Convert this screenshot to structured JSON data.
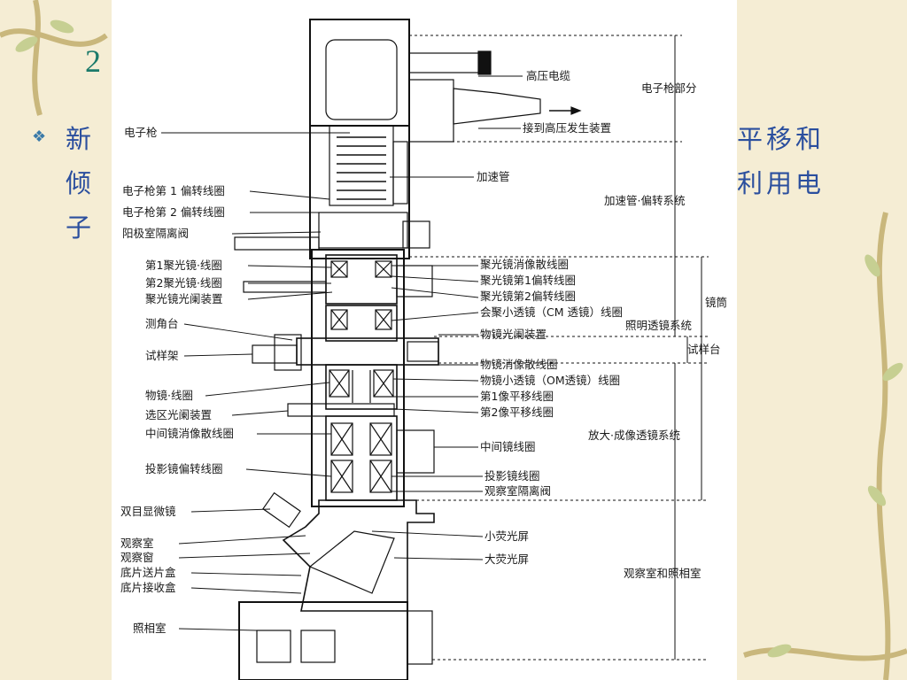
{
  "slide": {
    "heading_prefix": "2",
    "bullet_lines": {
      "line1_left": "新",
      "line1_right": "平移和",
      "line2_left": "倾",
      "line2_right": "利用电",
      "line3_left": "子"
    }
  },
  "diagram": {
    "left_labels": [
      {
        "id": "electron-gun",
        "text": "电子枪"
      },
      {
        "id": "gun-deflect-1",
        "text": "电子枪第 1 偏转线圈"
      },
      {
        "id": "gun-deflect-2",
        "text": "电子枪第 2 偏转线圈"
      },
      {
        "id": "anode-isolation-valve",
        "text": "阳极室隔离阀"
      },
      {
        "id": "condenser-1-coil",
        "text": "第1聚光镜·线圈"
      },
      {
        "id": "condenser-2-coil",
        "text": "第2聚光镜·线圈"
      },
      {
        "id": "condenser-aperture",
        "text": "聚光镜光阑装置"
      },
      {
        "id": "goniometer",
        "text": "测角台"
      },
      {
        "id": "specimen-holder",
        "text": "试样架"
      },
      {
        "id": "objective-coil",
        "text": "物镜·线圈"
      },
      {
        "id": "selected-area-aperture",
        "text": "选区光阑装置"
      },
      {
        "id": "intermediate-stigmator",
        "text": "中间镜消像散线圈"
      },
      {
        "id": "projector-deflect",
        "text": "投影镜偏转线圈"
      },
      {
        "id": "binocular",
        "text": "双目显微镜"
      },
      {
        "id": "viewing-chamber",
        "text": "观察室"
      },
      {
        "id": "viewing-window",
        "text": "观察窗"
      },
      {
        "id": "film-supply",
        "text": "底片送片盒"
      },
      {
        "id": "film-receive",
        "text": "底片接收盒"
      },
      {
        "id": "camera-chamber",
        "text": "照相室"
      }
    ],
    "right_labels": [
      {
        "id": "hv-cable",
        "text": "高压电缆"
      },
      {
        "id": "to-hv-generator",
        "text": "接到高压发生装置"
      },
      {
        "id": "accelerator-tube",
        "text": "加速管"
      },
      {
        "id": "condenser-stigmator",
        "text": "聚光镜消像散线圈"
      },
      {
        "id": "condenser-deflect-1",
        "text": "聚光镜第1偏转线圈"
      },
      {
        "id": "condenser-deflect-2",
        "text": "聚光镜第2偏转线圈"
      },
      {
        "id": "cm-lens-coil",
        "text": "会聚小透镜（CM 透镜）线圈"
      },
      {
        "id": "objective-aperture",
        "text": "物镜光阑装置"
      },
      {
        "id": "objective-stigmator",
        "text": "物镜消像散线圈"
      },
      {
        "id": "om-lens-coil",
        "text": "物镜小透镜（OM透镜）线圈"
      },
      {
        "id": "image-shift-1",
        "text": "第1像平移线圈"
      },
      {
        "id": "image-shift-2",
        "text": "第2像平移线圈"
      },
      {
        "id": "intermediate-coil",
        "text": "中间镜线圈"
      },
      {
        "id": "projector-coil",
        "text": "投影镜线圈"
      },
      {
        "id": "observation-isolation-valve",
        "text": "观察室隔离阀"
      },
      {
        "id": "small-screen",
        "text": "小荧光屏"
      },
      {
        "id": "large-screen",
        "text": "大荧光屏"
      }
    ],
    "sections": [
      {
        "id": "gun-section",
        "text": "电子枪部分"
      },
      {
        "id": "accel-section",
        "text": "加速管·偏转系统"
      },
      {
        "id": "column",
        "text": "镜筒"
      },
      {
        "id": "illumination-section",
        "text": "照明透镜系统"
      },
      {
        "id": "stage-section",
        "text": "试样台"
      },
      {
        "id": "imaging-section",
        "text": "放大·成像透镜系统"
      },
      {
        "id": "observation-section",
        "text": "观察室和照相室"
      }
    ]
  }
}
